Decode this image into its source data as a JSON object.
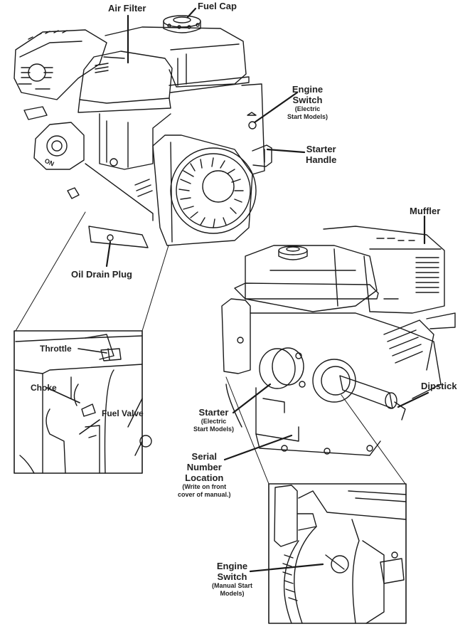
{
  "figure": {
    "type": "engine-component-identification-diagram",
    "views": [
      "electric-start-engine-front",
      "electric-start-engine-rear",
      "controls-inset",
      "manual-start-switch-inset"
    ]
  },
  "labels": {
    "air_filter": {
      "text": "Air Filter"
    },
    "fuel_cap": {
      "text": "Fuel Cap"
    },
    "engine_switch_electric": {
      "line1": "Engine",
      "line2": "Switch",
      "sub1": "(Electric",
      "sub2": "Start Models)"
    },
    "starter_handle": {
      "line1": "Starter",
      "line2": "Handle"
    },
    "oil_drain_plug": {
      "text": "Oil Drain Plug"
    },
    "throttle": {
      "text": "Throttle"
    },
    "choke": {
      "text": "Choke"
    },
    "fuel_valve": {
      "text": "Fuel Valve"
    },
    "muffler": {
      "text": "Muffler"
    },
    "dipstick": {
      "text": "Dipstick"
    },
    "starter": {
      "line1": "Starter",
      "sub1": "(Electric",
      "sub2": "Start Models)"
    },
    "serial_number": {
      "line1": "Serial",
      "line2": "Number",
      "line3": "Location",
      "sub1": "(Write on front",
      "sub2": "cover of manual.)"
    },
    "engine_switch_manual": {
      "line1": "Engine",
      "line2": "Switch",
      "sub1": "(Manual Start",
      "sub2": "Models)"
    }
  },
  "colors": {
    "ink": "#1a1a1a",
    "background": "#ffffff"
  }
}
